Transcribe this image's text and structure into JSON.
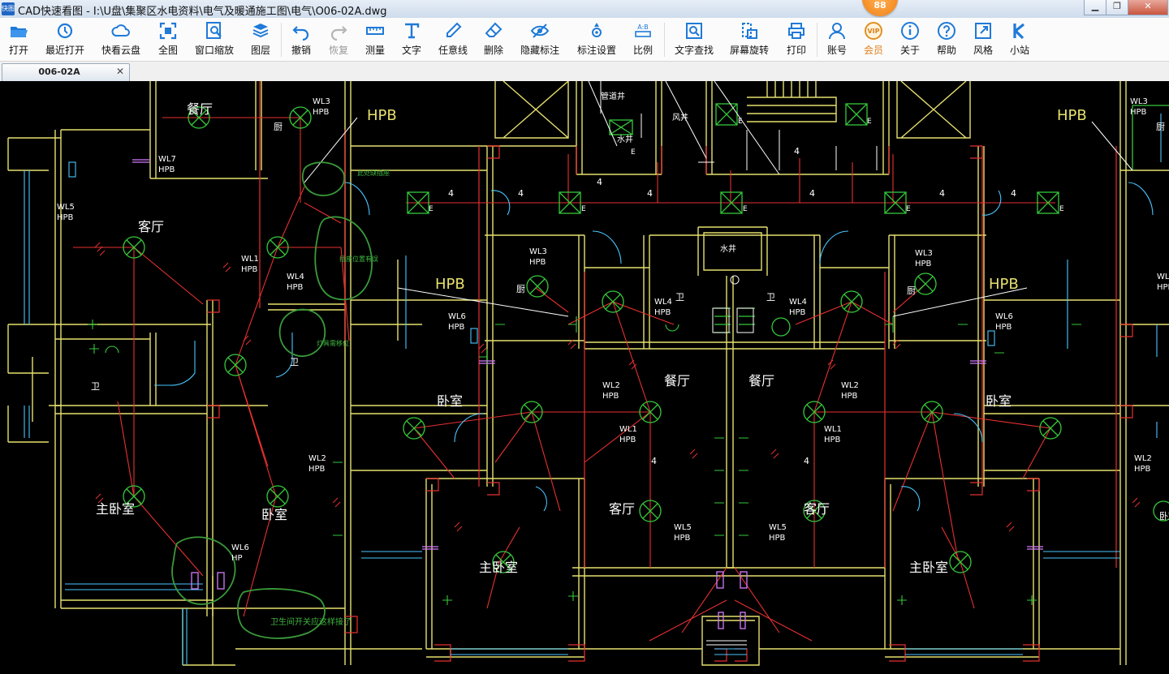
{
  "window": {
    "title": "CAD快速看图 - I:\\U盘\\集聚区水电资料\\电气及暖通施工图\\电气\\O06-02A.dwg",
    "app_icon_text": "快图",
    "badge_count": "88"
  },
  "toolbar": {
    "open": "打开",
    "recent": "最近打开",
    "cloud": "快看云盘",
    "fit": "全图",
    "window_zoom": "窗口缩放",
    "layers": "图层",
    "undo": "撤销",
    "redo": "恢复",
    "measure": "测量",
    "text": "文字",
    "freeline": "任意线",
    "delete": "删除",
    "hide_marks": "隐藏标注",
    "mark_settings": "标注设置",
    "scale": "比例",
    "text_search": "文字查找",
    "rotate": "屏幕旋转",
    "print": "打印",
    "account": "账号",
    "vip": "会员",
    "about": "关于",
    "help": "帮助",
    "style": "风格",
    "station": "小站"
  },
  "tab": {
    "label": "006-02A",
    "close": "✕"
  },
  "drawing": {
    "rooms": {
      "canting": "餐厅",
      "keting": "客厅",
      "woshi": "卧室",
      "zhuwoshi": "主卧室",
      "chu": "厨",
      "wei": "卫",
      "shuijing": "水井",
      "fengjing": "风井",
      "guanjing": "管道井"
    },
    "cables": {
      "wl1": "WL1",
      "wl2": "WL2",
      "wl3": "WL3",
      "wl4": "WL4",
      "wl5": "WL5",
      "wl6": "WL6",
      "wl7": "WL7",
      "hpb": "HPB",
      "hp": "HP"
    },
    "panel_tag": "HPB",
    "annotations": {
      "a1": "此处缺插座",
      "a2": "插座位置有误",
      "a3": "灯具需移位",
      "a4": "卫生间开关应这样接了"
    },
    "marks": {
      "four": "4",
      "e": "E"
    }
  },
  "colors": {
    "wall": "#e6e06e",
    "wire": "#e83030",
    "lamp": "#35c93a",
    "cyan": "#49c6ff",
    "white": "#ffffff",
    "annot": "#3a9a3a"
  }
}
